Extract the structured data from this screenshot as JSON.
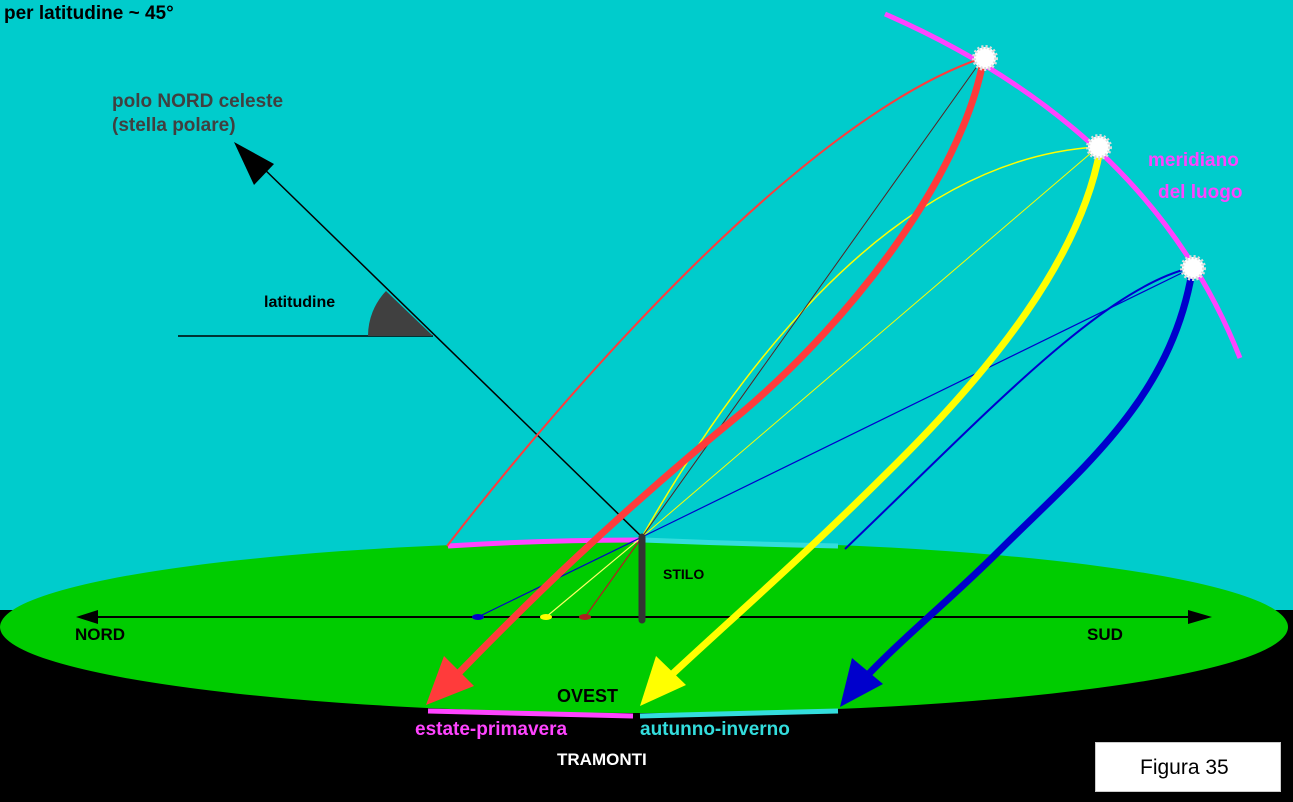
{
  "title": "per latitudine ~ 45°",
  "pole_label_line1": "polo NORD celeste",
  "pole_label_line2": "(stella polare)",
  "latitude_label": "latitudine",
  "meridian_label_line1": "meridiano",
  "meridian_label_line2": "del luogo",
  "gnomon_label": "STILO",
  "north_label": "NORD",
  "south_label": "SUD",
  "west_label": "OVEST",
  "summer_spring_label": "estate-primavera",
  "autumn_winter_label": "autunno-inverno",
  "sunsets_label": "TRAMONTI",
  "figure_label": "Figura 35",
  "colors": {
    "sky": "#00CCCC",
    "ground": "#00CC00",
    "below_horizon": "#000000",
    "summer_path": "#FF3B3B",
    "equinox_path": "#FFFF00",
    "winter_path": "#0000CC",
    "meridian": "#FF44FF",
    "autumn_winter_arc": "#33DDDD"
  }
}
